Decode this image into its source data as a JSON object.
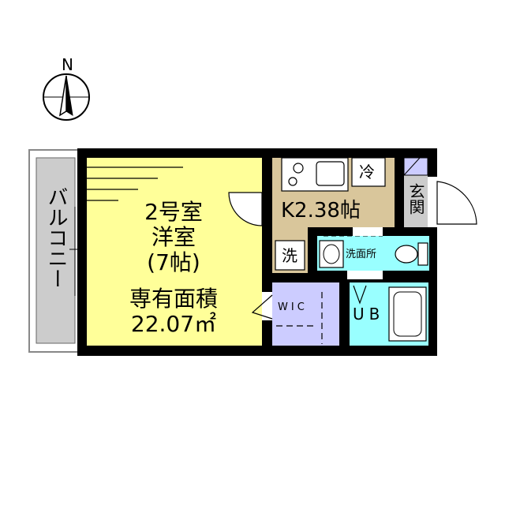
{
  "compass": {
    "north": "N",
    "icon": "north-arrow-icon"
  },
  "balcony": {
    "label": "バルコニー"
  },
  "main_room": {
    "number": "2号室",
    "type": "洋室",
    "size": "(7帖)",
    "area_label": "専有面積",
    "area_value": "22.07㎡"
  },
  "kitchen": {
    "label": "K2.38帖"
  },
  "fridge": {
    "label": "冷"
  },
  "entrance": {
    "label": "玄関"
  },
  "laundry": {
    "label": "洗"
  },
  "washroom": {
    "label": "洗面所"
  },
  "closet": {
    "label": "WIC"
  },
  "bath": {
    "label": "UB"
  },
  "colors": {
    "wall": "#000000",
    "western_room": "#ffff99",
    "kitchen": "#d9c69b",
    "wet_area": "#99ffff",
    "closet": "#ccccff",
    "balcony": "#cccccc",
    "entrance": "#cccccc"
  }
}
